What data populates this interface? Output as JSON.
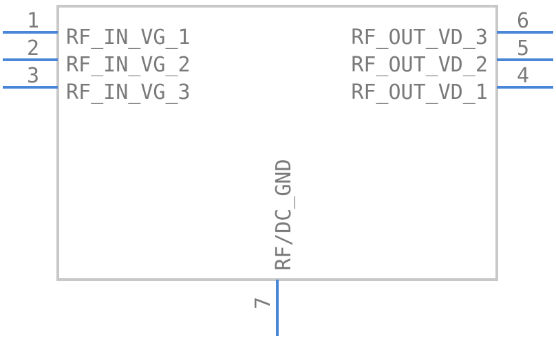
{
  "component": {
    "left_pins": [
      {
        "number": "1",
        "name": "RF_IN_VG_1"
      },
      {
        "number": "2",
        "name": "RF_IN_VG_2"
      },
      {
        "number": "3",
        "name": "RF_IN_VG_3"
      }
    ],
    "right_pins": [
      {
        "number": "6",
        "name": "RF_OUT_VD_3"
      },
      {
        "number": "5",
        "name": "RF_OUT_VD_2"
      },
      {
        "number": "4",
        "name": "RF_OUT_VD_1"
      }
    ],
    "bottom_pins": [
      {
        "number": "7",
        "name": "RF/DC_GND"
      }
    ]
  },
  "colors": {
    "pin": "#4a86d8",
    "body_outline": "#c8c8c8",
    "text": "#7a7a7a"
  }
}
